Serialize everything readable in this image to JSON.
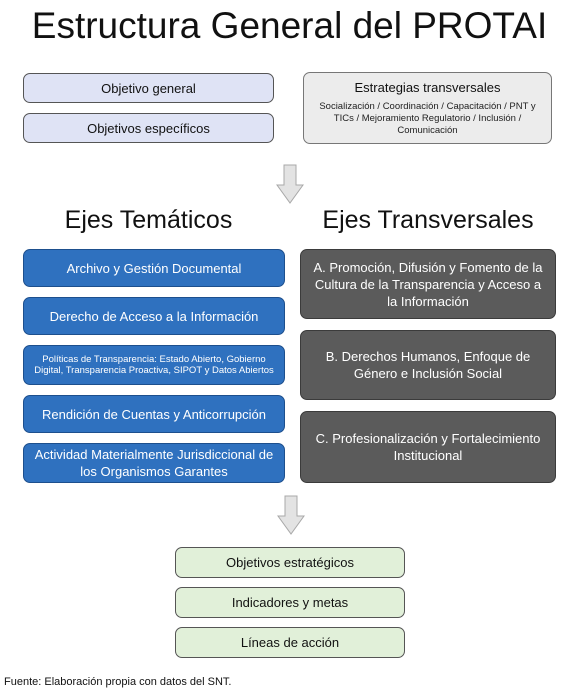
{
  "title": "Estructura General del PROTAI",
  "top_left": {
    "objetivo_general": "Objetivo general",
    "objetivos_especificos": "Objetivos específicos"
  },
  "estrategias": {
    "title": "Estrategias transversales",
    "body": "Socialización / Coordinación / Capacitación / PNT y TICs / Mejoramiento Regulatorio / Inclusión / Comunicación"
  },
  "ejes_tematicos": {
    "heading": "Ejes Temáticos",
    "items": [
      "Archivo y Gestión Documental",
      "Derecho de Acceso a la Información",
      "Políticas de Transparencia: Estado Abierto, Gobierno Digital, Transparencia Proactiva, SIPOT y Datos Abiertos",
      "Rendición de Cuentas y Anticorrupción",
      "Actividad Materialmente Jurisdiccional de los Organismos Garantes"
    ]
  },
  "ejes_transversales": {
    "heading": "Ejes Transversales",
    "items": [
      "A. Promoción, Difusión y Fomento de la Cultura de la Transparencia y Acceso a la Información",
      "B. Derechos Humanos, Enfoque de Género e Inclusión Social",
      "C. Profesionalización y Fortalecimiento Institucional"
    ]
  },
  "bottom": {
    "items": [
      "Objetivos estratégicos",
      "Indicadores y metas",
      "Líneas de acción"
    ]
  },
  "footer": "Fuente: Elaboración propia con datos del SNT."
}
